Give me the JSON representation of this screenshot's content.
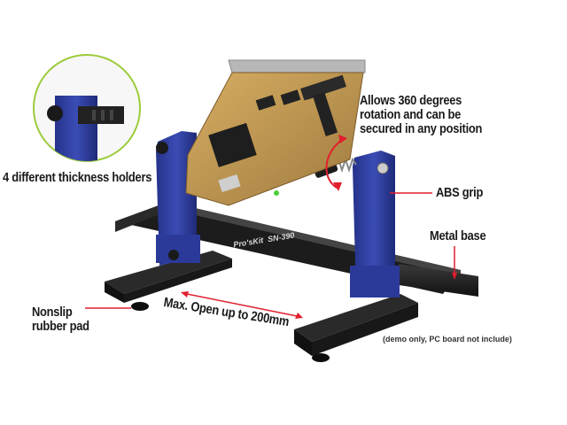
{
  "product": {
    "brand": "Pro'sKit",
    "model": "SN-390"
  },
  "annotations": {
    "rotation": [
      "Allows 360 degrees",
      "rotation and can be",
      "secured in any position"
    ],
    "holders": "4 different thickness holders",
    "grip": "ABS grip",
    "base": "Metal base",
    "pad": [
      "Nonslip",
      "rubber pad"
    ],
    "opening": "Max. Open up to  200mm",
    "disclaimer": "(demo only, PC board not include)"
  },
  "colors": {
    "stand_blue": "#2f3f9e",
    "base_black": "#1c1c1c",
    "pcb_tan": "#c79a52",
    "arrow_red": "#e01f2d",
    "inset_ring": "#9ccb3b"
  }
}
